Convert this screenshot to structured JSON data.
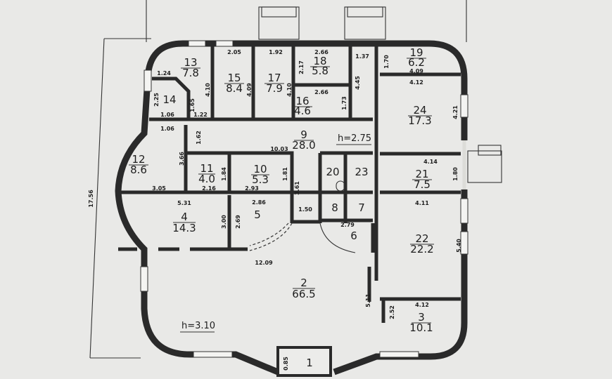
{
  "plan": {
    "overall_dimension": "17.56",
    "heights": [
      "h=2.75",
      "h=3.10"
    ],
    "rooms": [
      {
        "number": "1",
        "area": ""
      },
      {
        "number": "2",
        "area": "66.5"
      },
      {
        "number": "3",
        "area": "10.1"
      },
      {
        "number": "4",
        "area": "14.3"
      },
      {
        "number": "5",
        "area": ""
      },
      {
        "number": "6",
        "area": ""
      },
      {
        "number": "7",
        "area": ""
      },
      {
        "number": "8",
        "area": ""
      },
      {
        "number": "9",
        "area": "28.0"
      },
      {
        "number": "10",
        "area": "5.3"
      },
      {
        "number": "11",
        "area": "4.0"
      },
      {
        "number": "12",
        "area": "8.6"
      },
      {
        "number": "13",
        "area": "7.8"
      },
      {
        "number": "14",
        "area": ""
      },
      {
        "number": "15",
        "area": "8.4"
      },
      {
        "number": "16",
        "area": "4.6"
      },
      {
        "number": "17",
        "area": "7.9"
      },
      {
        "number": "18",
        "area": "5.8"
      },
      {
        "number": "19",
        "area": "6.2"
      },
      {
        "number": "20",
        "area": ""
      },
      {
        "number": "21",
        "area": "7.5"
      },
      {
        "number": "22",
        "area": "22.2"
      },
      {
        "number": "23",
        "area": ""
      },
      {
        "number": "24",
        "area": "17.3"
      }
    ],
    "dimensions": [
      "2.05",
      "1.92",
      "2.66",
      "1.37",
      "1.70",
      "4.09",
      "4.12",
      "4.21",
      "1.24",
      "2.25",
      "4.10",
      "1.65",
      "1.06",
      "1.22",
      "4.09",
      "4.10",
      "2.17",
      "4.45",
      "2.66",
      "1.73",
      "1.06",
      "1.62",
      "3.66",
      "10.03",
      "3.05",
      "2.16",
      "2.93",
      "1.84",
      "1.81",
      "3.61",
      "4.14",
      "1.80",
      "4.11",
      "5.31",
      "3.00",
      "2.69",
      "2.86",
      "1.50",
      "2.79",
      "12.09",
      "5.40",
      "5.11",
      "2.52",
      "4.12",
      "0.85"
    ]
  }
}
